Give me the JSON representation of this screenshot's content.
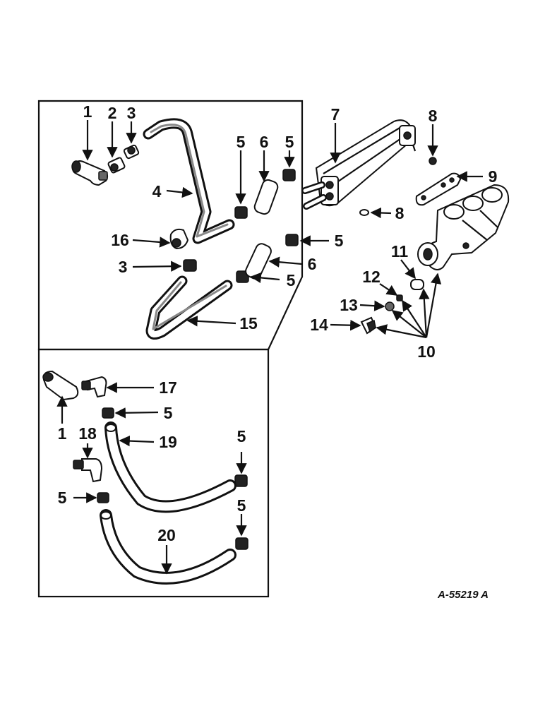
{
  "callouts": [
    {
      "id": "c1a",
      "text": "1"
    },
    {
      "id": "c2",
      "text": "2"
    },
    {
      "id": "c3a",
      "text": "3"
    },
    {
      "id": "c4",
      "text": "4"
    },
    {
      "id": "c5a",
      "text": "5"
    },
    {
      "id": "c6a",
      "text": "6"
    },
    {
      "id": "c5b",
      "text": "5"
    },
    {
      "id": "c7",
      "text": "7"
    },
    {
      "id": "c8a",
      "text": "8"
    },
    {
      "id": "c9",
      "text": "9"
    },
    {
      "id": "c8b",
      "text": "8"
    },
    {
      "id": "c16",
      "text": "16"
    },
    {
      "id": "c5c",
      "text": "5"
    },
    {
      "id": "c3b",
      "text": "3"
    },
    {
      "id": "c6b",
      "text": "6"
    },
    {
      "id": "c5d",
      "text": "5"
    },
    {
      "id": "c11",
      "text": "11"
    },
    {
      "id": "c12",
      "text": "12"
    },
    {
      "id": "c13",
      "text": "13"
    },
    {
      "id": "c14",
      "text": "14"
    },
    {
      "id": "c15",
      "text": "15"
    },
    {
      "id": "c10",
      "text": "10"
    },
    {
      "id": "c17",
      "text": "17"
    },
    {
      "id": "c5e",
      "text": "5"
    },
    {
      "id": "c1b",
      "text": "1"
    },
    {
      "id": "c18",
      "text": "18"
    },
    {
      "id": "c19",
      "text": "19"
    },
    {
      "id": "c5f",
      "text": "5"
    },
    {
      "id": "c5g",
      "text": "5"
    },
    {
      "id": "c5h",
      "text": "5"
    },
    {
      "id": "c20",
      "text": "20"
    }
  ],
  "reference_code": "A-55219 A"
}
